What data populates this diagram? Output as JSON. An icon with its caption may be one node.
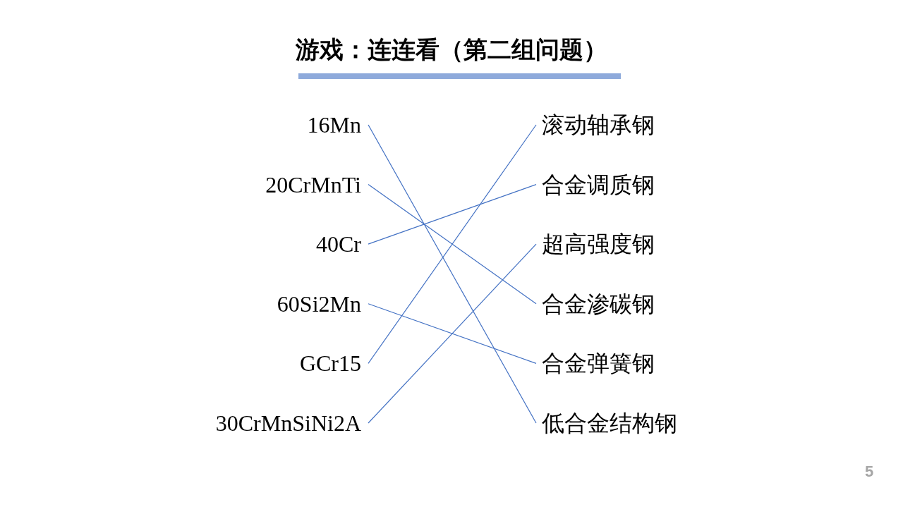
{
  "diagram": {
    "title": "游戏：连连看（第二组问题）",
    "nodes": [
      {
        "text": [
          "16Mn"
        ]
      },
      {
        "text": [
          "20CrMnTi"
        ]
      },
      {
        "text": [
          "40Cr"
        ]
      },
      {
        "text": [
          "60Si2Mn"
        ]
      },
      {
        "text": [
          "GCr15"
        ]
      },
      {
        "text": [
          "30CrMnSiNi2A"
        ]
      },
      {
        "text": [
          "滚动轴承钢"
        ]
      },
      {
        "text": [
          "合金调质钢"
        ]
      },
      {
        "text": [
          "超高强度钢"
        ]
      },
      {
        "text": [
          "合金渗碳钢"
        ]
      },
      {
        "text": [
          "合金弹簧钢"
        ]
      },
      {
        "text": [
          "低合金结构钢"
        ]
      }
    ],
    "edges": [
      {
        "from": 0,
        "to": 11,
        "arrow": "none"
      },
      {
        "from": 1,
        "to": 9,
        "arrow": "none"
      },
      {
        "from": 2,
        "to": 7,
        "arrow": "none"
      },
      {
        "from": 3,
        "to": 10,
        "arrow": "none"
      },
      {
        "from": 4,
        "to": 6,
        "arrow": "none"
      },
      {
        "from": 5,
        "to": 8,
        "arrow": "none"
      }
    ],
    "labels": [
      "5"
    ]
  }
}
